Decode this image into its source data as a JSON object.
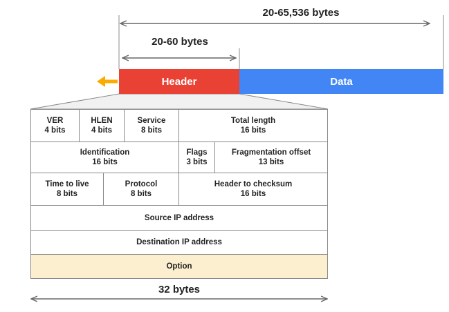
{
  "total_size_label": "20-65,536 bytes",
  "header_size_label": "20-60 bytes",
  "header_label": "Header",
  "data_label": "Data",
  "width_label": "32 bytes",
  "colors": {
    "header": "#e94235",
    "data": "#4285f4",
    "arrow": "#f9ab00",
    "option_fill": "#fcefd0",
    "lines": "#888888"
  },
  "rows": {
    "r1": {
      "ver": {
        "name": "VER",
        "bits": "4 bits"
      },
      "hlen": {
        "name": "HLEN",
        "bits": "4 bits"
      },
      "service": {
        "name": "Service",
        "bits": "8 bits"
      },
      "total_length": {
        "name": "Total length",
        "bits": "16 bits"
      }
    },
    "r2": {
      "identification": {
        "name": "Identification",
        "bits": "16 bits"
      },
      "flags": {
        "name": "Flags",
        "bits": "3 bits"
      },
      "frag_offset": {
        "name": "Fragmentation offset",
        "bits": "13 bits"
      }
    },
    "r3": {
      "ttl": {
        "name": "Time to live",
        "bits": "8 bits"
      },
      "protocol": {
        "name": "Protocol",
        "bits": "8 bits"
      },
      "checksum": {
        "name": "Header to checksum",
        "bits": "16 bits"
      }
    },
    "source": "Source IP address",
    "destination": "Destination IP address",
    "option": "Option"
  }
}
